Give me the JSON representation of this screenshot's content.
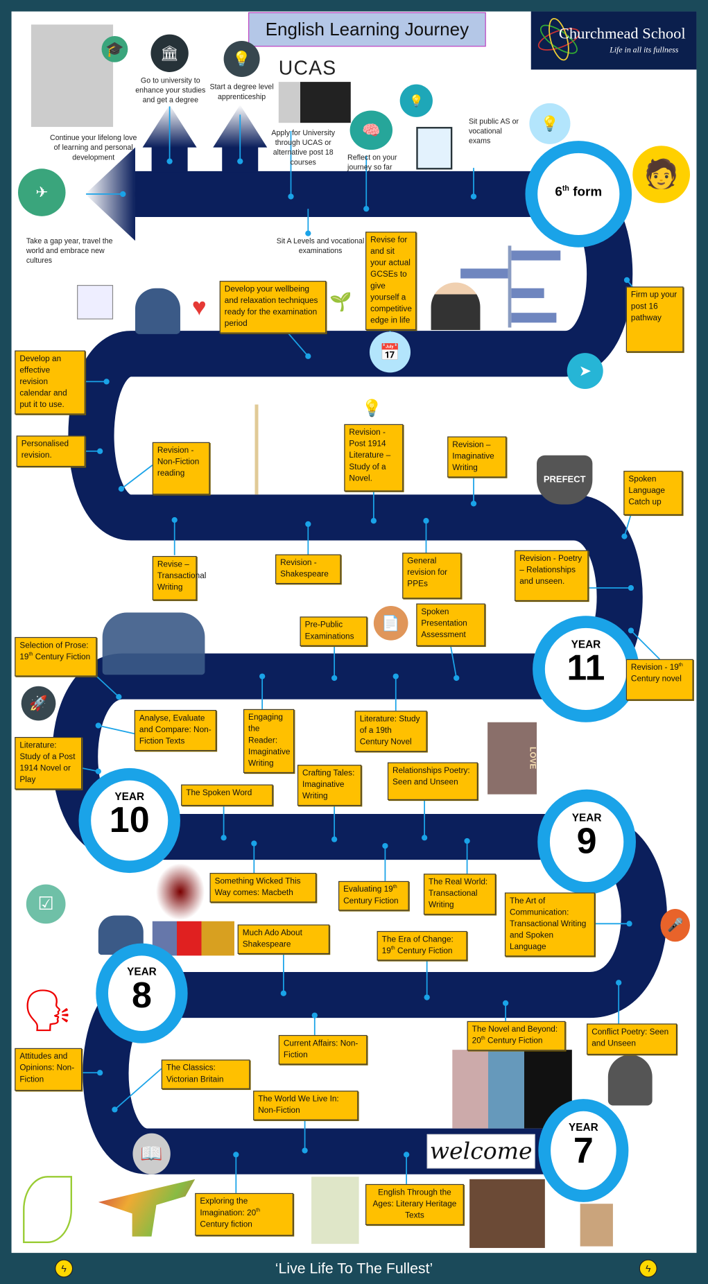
{
  "title": "English Learning Journey",
  "logo": {
    "name": "Churchmead School",
    "motto": "Life in all its fullness"
  },
  "ucas_logo": "UCAS",
  "labels": {
    "lifelong": "Continue your lifelong love of learning and personal development",
    "university": "Go to university to enhance your studies and get a degree",
    "apprenticeship": "Start a degree level apprenticeship",
    "apply": "Apply for University through UCAS or alternative post 18 courses",
    "reflect": "Reflect on your journey so far",
    "sit_as": "Sit public AS or vocational exams",
    "gap_year": "Take a gap year, travel the world and embrace new cultures",
    "a_levels": "Sit A Levels and vocational examinations"
  },
  "stages": [
    {
      "year": "",
      "number": "6",
      "sup": "th",
      "suffix": " form"
    },
    {
      "year": "YEAR",
      "number": "11"
    },
    {
      "year": "YEAR",
      "number": "10"
    },
    {
      "year": "YEAR",
      "number": "9"
    },
    {
      "year": "YEAR",
      "number": "8"
    },
    {
      "year": "YEAR",
      "number": "7"
    }
  ],
  "boxes": [
    {
      "text": [
        "Revise for and sit your actual GCSEs to give yourself a competitive edge in life"
      ]
    },
    {
      "text": [
        "Develop your wellbeing and relaxation techniques ready for the examination period"
      ]
    },
    {
      "text": [
        "Firm up your post 16 pathway"
      ]
    },
    {
      "text": [
        "Develop an effective revision calendar and put it to use."
      ]
    },
    {
      "text": [
        "Personalised revision."
      ]
    },
    {
      "text": [
        "Revision - Non-Fiction reading"
      ]
    },
    {
      "text": [
        "Revision - Post 1914 Literature – Study of a Novel."
      ]
    },
    {
      "text": [
        "Revision – Imaginative Writing"
      ]
    },
    {
      "text": [
        "Spoken Language Catch up"
      ]
    },
    {
      "text": [
        "Revise – Transactional Writing"
      ]
    },
    {
      "text": [
        "Revision - Shakespeare"
      ]
    },
    {
      "text": [
        "General revision for PPEs"
      ]
    },
    {
      "text": [
        "Revision - Poetry – Relationships and unseen."
      ]
    },
    {
      "text": [
        "Pre-Public Examinations"
      ]
    },
    {
      "text": [
        "Spoken Presentation Assessment"
      ]
    },
    {
      "text": [
        "Selection of Prose: 19",
        "th",
        " Century Fiction"
      ]
    },
    {
      "text": [
        "Revision - 19",
        "th",
        " Century novel"
      ]
    },
    {
      "text": [
        "Analyse, Evaluate and Compare: Non-Fiction Texts"
      ]
    },
    {
      "text": [
        "Engaging the Reader: Imaginative Writing"
      ]
    },
    {
      "text": [
        "Literature: Study of a 19th Century Novel"
      ]
    },
    {
      "text": [
        "Literature: Study of a Post 1914 Novel or Play"
      ]
    },
    {
      "text": [
        "Crafting Tales: Imaginative Writing"
      ]
    },
    {
      "text": [
        "Relationships Poetry: Seen and Unseen"
      ]
    },
    {
      "text": [
        "The Spoken Word"
      ]
    },
    {
      "text": [
        "Something Wicked This Way comes: Macbeth"
      ]
    },
    {
      "text": [
        "Evaluating 19",
        "th",
        " Century Fiction"
      ]
    },
    {
      "text": [
        "The Real World: Transactional Writing"
      ]
    },
    {
      "text": [
        "The Art of Communication: Transactional Writing and Spoken Language"
      ]
    },
    {
      "text": [
        "Much Ado About Shakespeare"
      ]
    },
    {
      "text": [
        "The Era of Change: 19",
        "th",
        " Century Fiction"
      ]
    },
    {
      "text": [
        "Current Affairs: Non-Fiction"
      ]
    },
    {
      "text": [
        "The Novel and Beyond: 20",
        "th",
        " Century Fiction"
      ]
    },
    {
      "text": [
        "Conflict Poetry: Seen and Unseen"
      ]
    },
    {
      "text": [
        "Attitudes and Opinions: Non-Fiction"
      ]
    },
    {
      "text": [
        "The Classics: Victorian Britain"
      ]
    },
    {
      "text": [
        "The World We Live In: Non-Fiction"
      ]
    },
    {
      "text": [
        "Exploring the Imagination: 20",
        "th",
        " Century fiction"
      ]
    },
    {
      "text": [
        "English Through the Ages: Literary Heritage Texts"
      ]
    }
  ],
  "images": {
    "prefect": "PREFECT",
    "welcome": "welcome",
    "love": "LOVE"
  },
  "footer": "‘Live Life To The Fullest’",
  "colors": {
    "road": "#0b1f5c",
    "ring": "#1aa3e8",
    "box": "#ffc000",
    "frame": "#1b4a5a"
  }
}
